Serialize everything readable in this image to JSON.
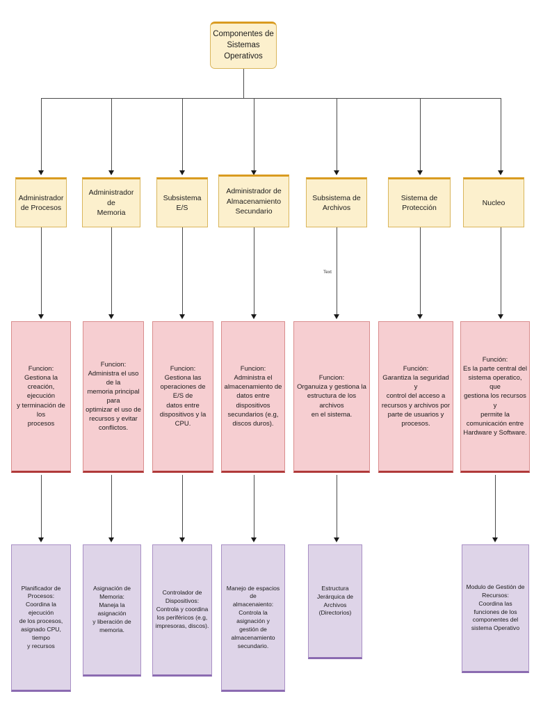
{
  "diagram": {
    "title": "Componentes de Sistemas Operativos",
    "type": "hierarchy-tree",
    "colors": {
      "root_fill": "#fcf0cd",
      "root_accent": "#d99b20",
      "level2_fill": "#fcf0cd",
      "level2_accent": "#d99b20",
      "level3_fill": "#f6ced1",
      "level3_accent": "#b03a3a",
      "level4_fill": "#ded4e8",
      "level4_accent": "#8b6bb1",
      "connector": "#4a4a4a",
      "background": "#ffffff"
    },
    "root": {
      "label": "Componentes de\nSistemas\nOperativos"
    },
    "edge_labels": {
      "archivos_function": "Text"
    },
    "columns": [
      {
        "id": "procesos",
        "component": "Administrador\nde Procesos",
        "function": "Funcion:\nGestiona la\ncreación, ejecución\ny terminación de los\nprocesos",
        "detail": "Planificador de\nProcesos:\nCoordina la ejecución\nde los procesos,\nasignado CPU, tiempo\ny recursos"
      },
      {
        "id": "memoria",
        "component": "Administrador de\nMemoria",
        "function": "Funcion:\nAdministra el uso de la\nmemoria principal para\noptimizar el uso de\nrecursos y evitar\nconflictos.",
        "detail": "Asignación de\nMemoria:\nManeja la asignación\ny liberación de\nmemoria."
      },
      {
        "id": "es",
        "component": "Subsistema\nE/S",
        "function": "Funcion:\nGestiona las\noperaciones de E/S de\ndatos entre\ndispositivos y la CPU.",
        "detail": "Controlador de\nDispositivos:\nControla y coordina\nlos periféricos (e.g,\nimpresoras, discos)."
      },
      {
        "id": "almacenamiento",
        "component": "Administrador de\nAlmacenamiento\nSecundario",
        "function": "Funcion:\nAdministra el\nalmacenamiento de\ndatos entre\ndispositivos\nsecundarios (e.g,\ndiscos duros).",
        "detail": "Manejo de espacios de\nalmacenaiento:\nControla la asignación y\ngestión de\nalmacenamiento\nsecundario."
      },
      {
        "id": "archivos",
        "component": "Subsistema de\nArchivos",
        "function": "Funcion:\nOrganuiza y gestiona la\nestructura de los archivos\nen el sistema.",
        "detail": "Estructura\nJerárquica de\nArchivos\n(Directorios)"
      },
      {
        "id": "proteccion",
        "component": "Sistema de\nProtección",
        "function": "Función:\nGarantiza la seguridad y\ncontrol del acceso a\nrecursos y archivos por\nparte de usuarios y\nprocesos.",
        "detail": null
      },
      {
        "id": "nucleo",
        "component": "Nucleo",
        "function": "Función:\nEs la parte central del\nsistema operatico, que\ngestiona los recursos y\npermite la\ncomunicación entre\nHardware y Software.",
        "detail": "Modulo de Gestión de\nRecursos:\nCoordina las\nfunciones de los\ncomponentes del\nsistema Operativo"
      }
    ]
  }
}
